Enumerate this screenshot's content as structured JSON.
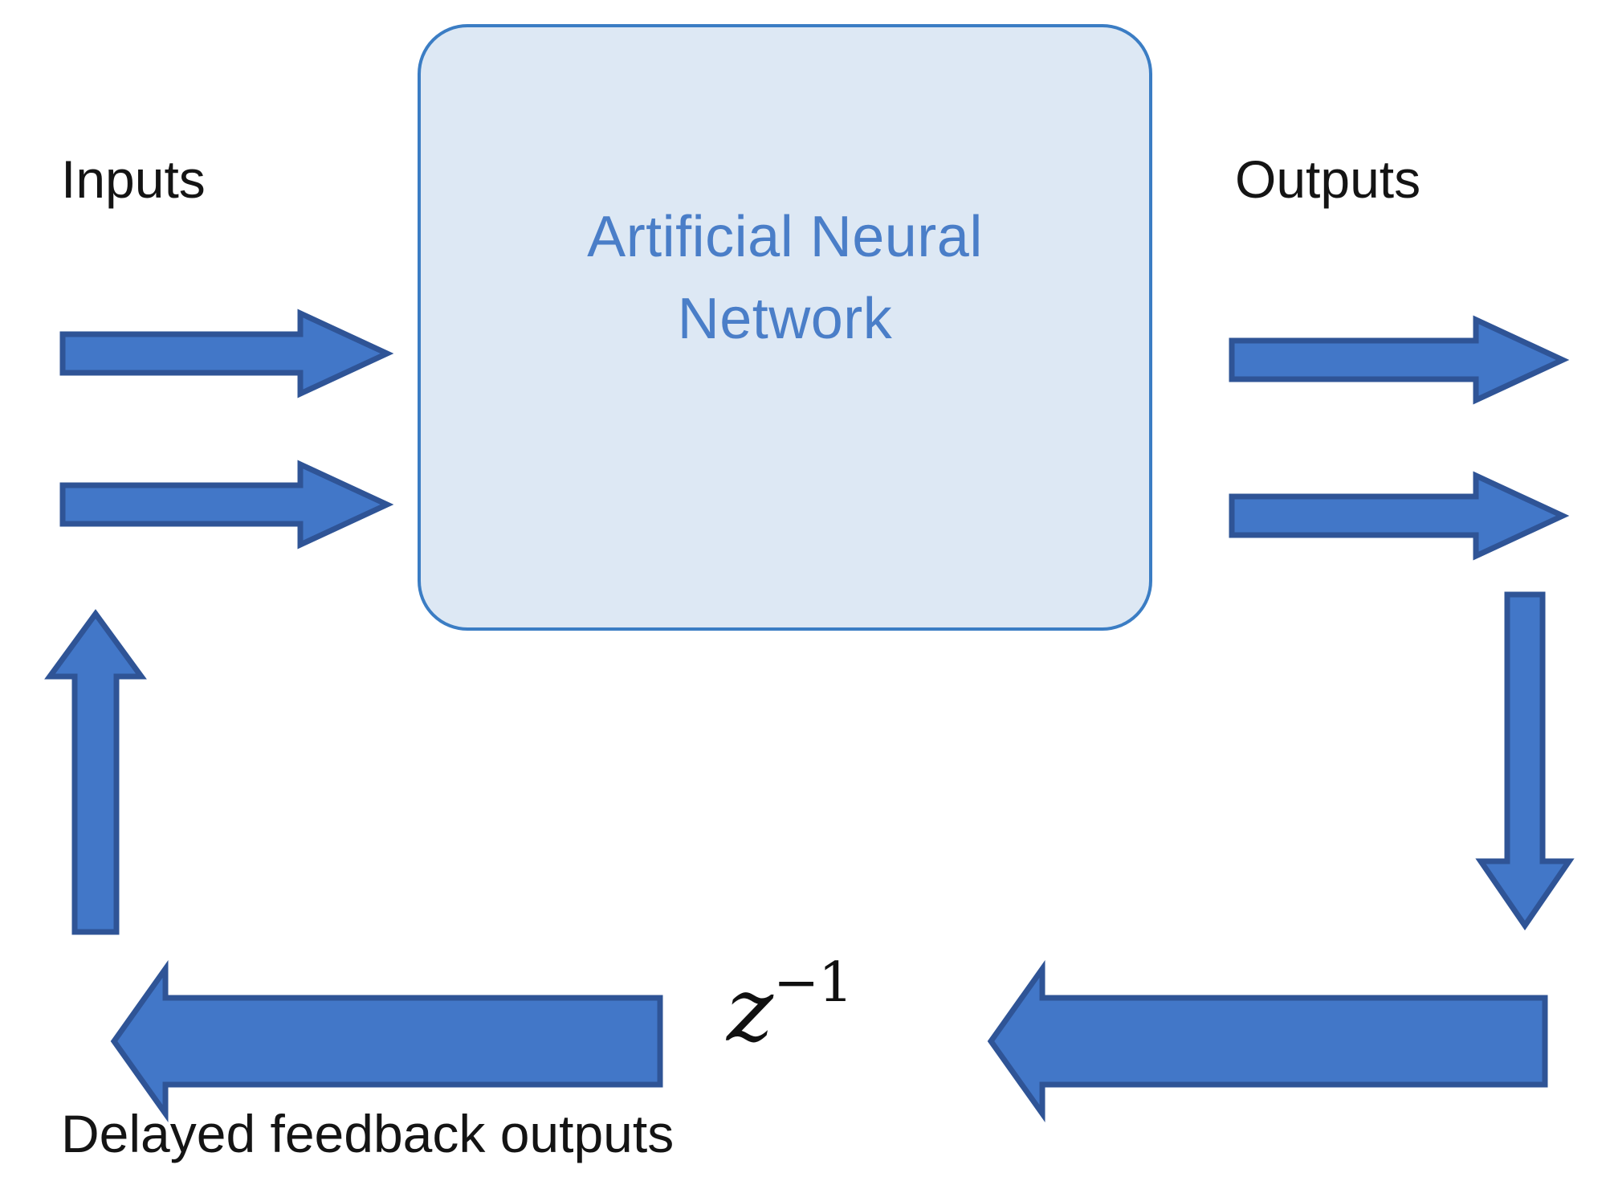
{
  "diagram": {
    "title_block": {
      "name": "artificial-neural-network-block",
      "lines": [
        "Artificial Neural",
        "Network"
      ],
      "fill_color": "#dde8f4",
      "border_color": "#3b7dc4",
      "text_color": "#4a7ec8"
    },
    "labels": {
      "inputs": "Inputs",
      "outputs": "Outputs",
      "feedback": "Delayed feedback outputs",
      "delay_symbol_base": "z",
      "delay_symbol_exponent": "−1"
    },
    "arrow_color": "#4277c8",
    "arrow_outline_color": "#2f5496",
    "arrows": [
      {
        "name": "input-arrow-1",
        "direction": "right",
        "from": "Inputs",
        "to": "Artificial Neural Network"
      },
      {
        "name": "input-arrow-2",
        "direction": "right",
        "from": "Inputs",
        "to": "Artificial Neural Network"
      },
      {
        "name": "output-arrow-1",
        "direction": "right",
        "from": "Artificial Neural Network",
        "to": "Outputs"
      },
      {
        "name": "output-arrow-2",
        "direction": "right",
        "from": "Artificial Neural Network",
        "to": "Outputs"
      },
      {
        "name": "feedback-down-arrow",
        "direction": "down",
        "from": "Outputs",
        "to": "z-1 delay"
      },
      {
        "name": "feedback-left-arrow-right",
        "direction": "left",
        "from": "Outputs",
        "to": "z-1 delay"
      },
      {
        "name": "feedback-left-arrow-left",
        "direction": "left",
        "from": "z-1 delay",
        "to": "Delayed feedback outputs"
      },
      {
        "name": "feedback-up-arrow",
        "direction": "up",
        "from": "Delayed feedback outputs",
        "to": "Inputs"
      }
    ]
  }
}
